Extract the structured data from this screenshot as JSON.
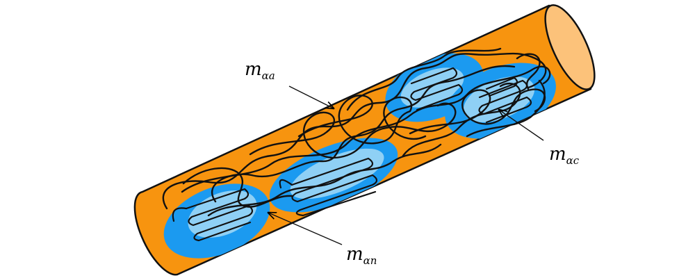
{
  "labels": {
    "alpha_a": {
      "symbol": "m",
      "subscript": "αa"
    },
    "alpha_c": {
      "symbol": "m",
      "subscript": "αc"
    },
    "alpha_n": {
      "symbol": "m",
      "subscript": "αn"
    }
  },
  "colors": {
    "tube": "#f7940f",
    "tube_cap": "#fcc27a",
    "outline": "#111111",
    "region_dark": "#1b9af0",
    "region_light": "#8fd0f5",
    "fiber": "#111111"
  }
}
